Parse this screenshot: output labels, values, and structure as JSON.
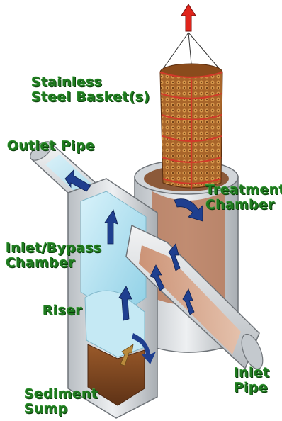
{
  "labels": {
    "basket": [
      "Stainless",
      "Steel Basket(s)"
    ],
    "outlet": [
      "Outlet Pipe"
    ],
    "treatment": [
      "Treatment",
      "Chamber"
    ],
    "inlet_bypass": [
      "Inlet/Bypass",
      "Chamber"
    ],
    "riser": [
      "Riser"
    ],
    "inlet_pipe": [
      "Inlet",
      "Pipe"
    ],
    "sediment": [
      "Sediment",
      "Sump"
    ]
  },
  "colors": {
    "label_green": "#1f7a1f",
    "lift_arrow": "#e0241b",
    "flow_arrow": "#1f3f8f",
    "sediment_arrow": "#b98a3c",
    "water": "#aee0ef",
    "concrete": "#dcdfe2",
    "basket": "#b06a2c",
    "basket_band": "#d23a2a"
  },
  "icons": [
    "lift-arrow-icon",
    "flow-arrow-icon",
    "sediment-arrow-icon"
  ]
}
